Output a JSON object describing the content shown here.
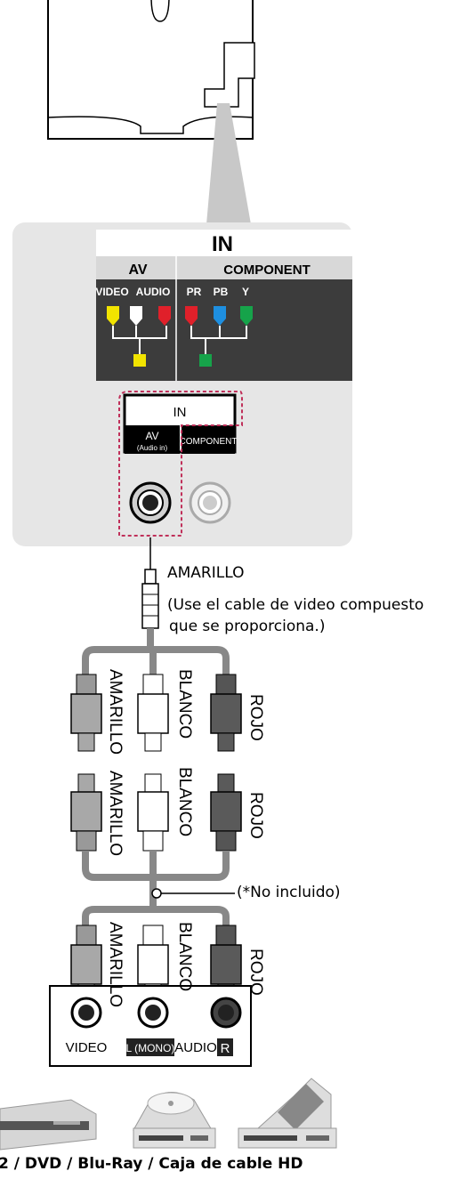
{
  "panel": {
    "in_header": "IN",
    "av_header": "AV",
    "component_header": "COMPONENT",
    "video": "VIDEO",
    "audio": "AUDIO",
    "pr": "PR",
    "pb": "PB",
    "y": "Y"
  },
  "tv_port": {
    "in": "IN",
    "av": "AV",
    "audio_in": "(Audio in)",
    "component": "COMPONENT"
  },
  "labels": {
    "amarillo_top": "AMARILLO",
    "note_line1": "(Use el cable de video compuesto",
    "note_line2": "que se proporciona.)",
    "amarillo": "AMARILLO",
    "blanco": "BLANCO",
    "rojo": "ROJO",
    "not_included": "(*No incluido)"
  },
  "device": {
    "video": "VIDEO",
    "l_mono": "L (MONO)",
    "audio": "AUDIO",
    "r": "R"
  },
  "caption": "2 / DVD / Blu-Ray / Caja de cable HD",
  "colors": {
    "yellow": "#f2e400",
    "red": "#e0202a",
    "blue": "#1e8fe0",
    "green": "#16a34a",
    "panel_bg": "#e8e8e8",
    "dark_panel": "#3a3a3a",
    "dashed": "#c0305a"
  }
}
